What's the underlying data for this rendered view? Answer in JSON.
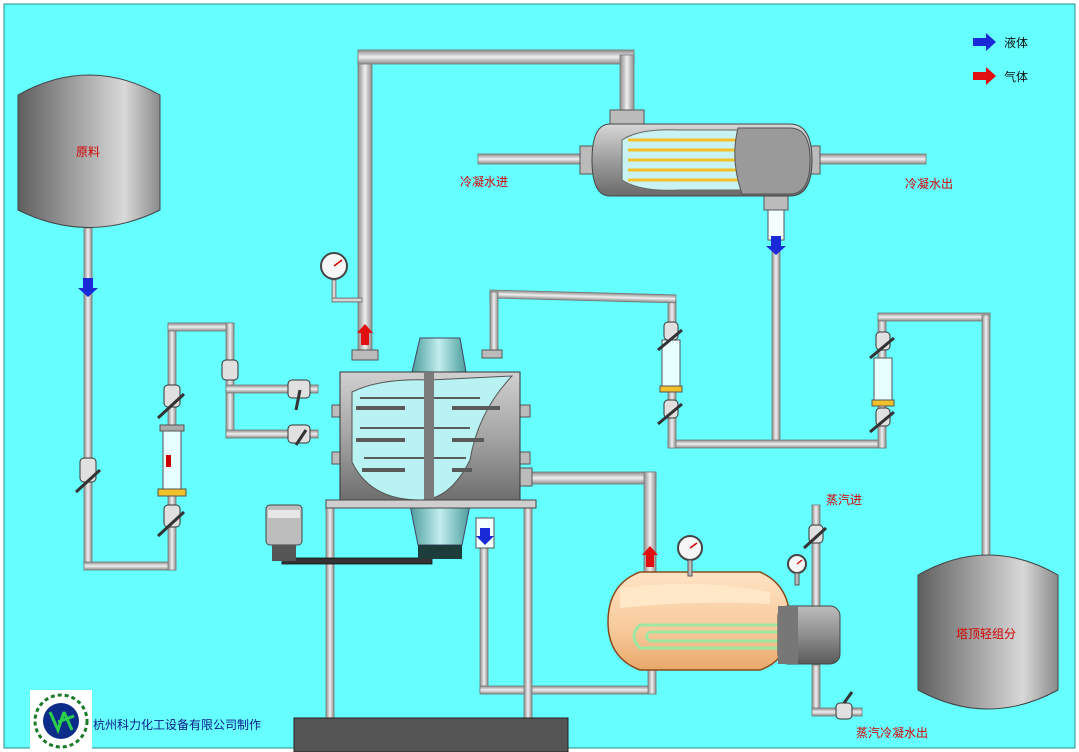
{
  "labels": {
    "raw_material": "原料",
    "top_light": "塔顶轻组分",
    "cooling_in": "冷凝水进",
    "cooling_out": "冷凝水出",
    "steam_in": "蒸汽进",
    "steam_condensate_out": "蒸汽冷凝水出",
    "company": "杭州科力化工设备有限公司制作"
  },
  "legend": [
    {
      "label": "液体",
      "color": "#1a2ad6",
      "icon": "arrow-right-icon"
    },
    {
      "label": "气体",
      "color": "#e01010",
      "icon": "arrow-right-icon"
    }
  ],
  "colors": {
    "background": "#66ffff",
    "pipe": "#c9c9c9",
    "pipe_edge": "#7a7a7a",
    "tank": "#9a9a9a",
    "liquid_arrow": "#1a2ad6",
    "gas_arrow": "#e01010",
    "heating_oil": "#f7c99a",
    "tube_yellow": "#f2c028"
  }
}
